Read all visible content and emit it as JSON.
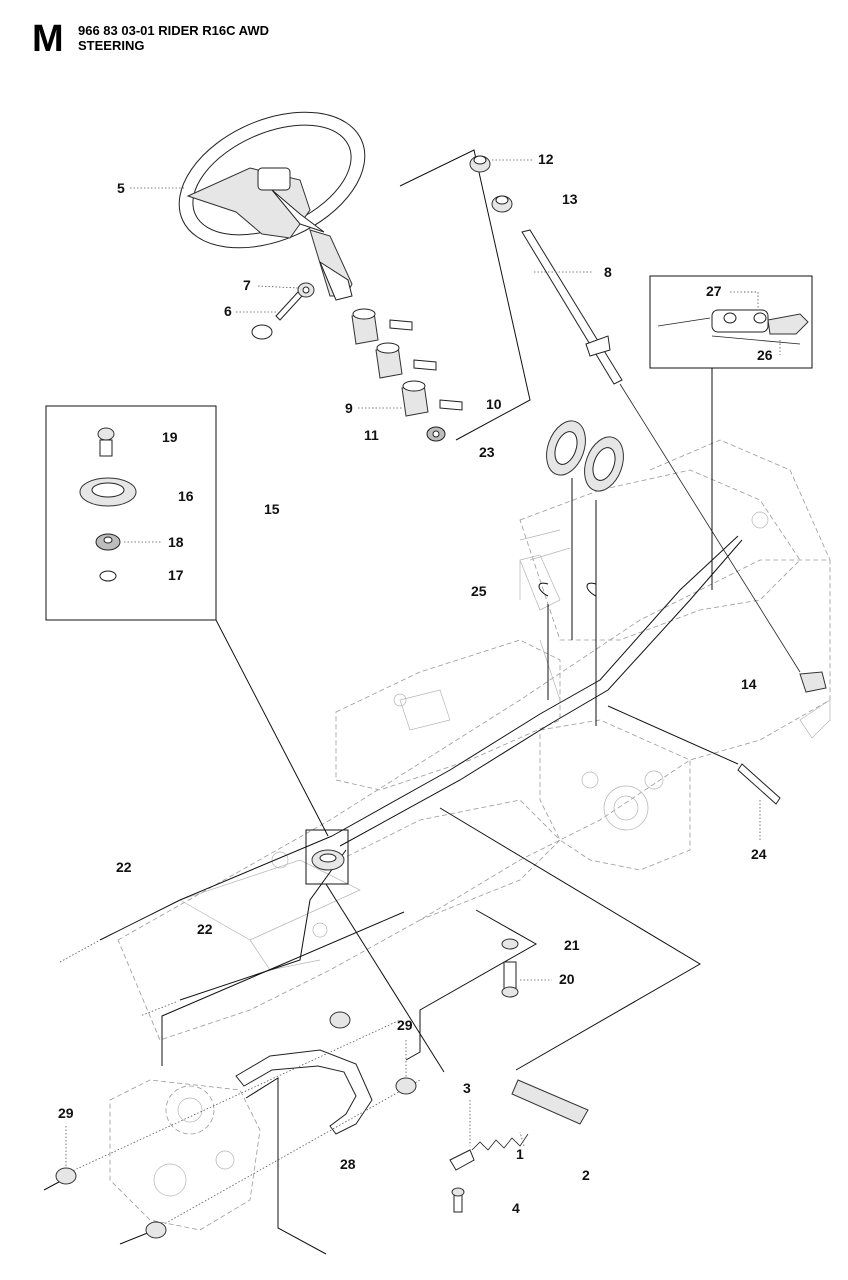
{
  "header": {
    "section_letter": "M",
    "title_line": "966 83 03-01 RIDER R16C AWD",
    "subtitle": "STEERING"
  },
  "callouts": {
    "p1": "1",
    "p2": "2",
    "p3": "3",
    "p4": "4",
    "p5": "5",
    "p6": "6",
    "p7": "7",
    "p8": "8",
    "p9": "9",
    "p10": "10",
    "p11": "11",
    "p12": "12",
    "p13": "13",
    "p14": "14",
    "p15": "15",
    "p16": "16",
    "p17": "17",
    "p18": "18",
    "p19": "19",
    "p20": "20",
    "p21": "21",
    "p22a": "22",
    "p22b": "22",
    "p23": "23",
    "p24": "24",
    "p25": "25",
    "p26": "26",
    "p27": "27",
    "p28": "28",
    "p29a": "29",
    "p29b": "29"
  }
}
